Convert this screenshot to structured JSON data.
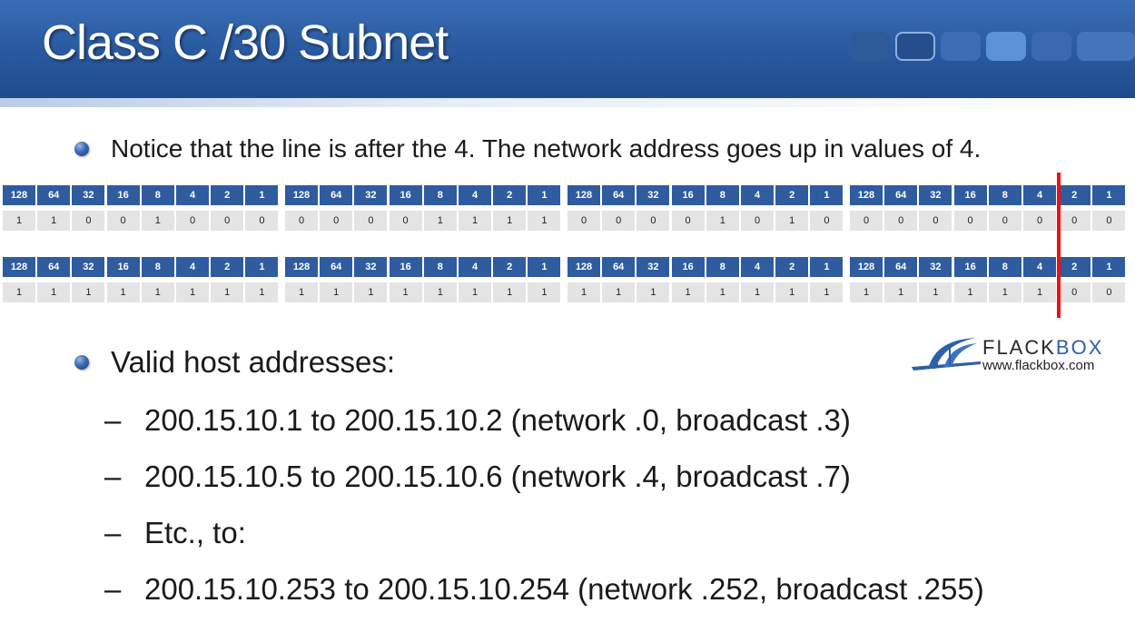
{
  "title": "Class C /30 Subnet",
  "bullet1": "Notice that the line is after the 4. The network address goes up in values of 4.",
  "bit_headers": [
    "128",
    "64",
    "32",
    "16",
    "8",
    "4",
    "2",
    "1"
  ],
  "address_row": [
    [
      "1",
      "1",
      "0",
      "0",
      "1",
      "0",
      "0",
      "0"
    ],
    [
      "0",
      "0",
      "0",
      "0",
      "1",
      "1",
      "1",
      "1"
    ],
    [
      "0",
      "0",
      "0",
      "0",
      "1",
      "0",
      "1",
      "0"
    ],
    [
      "0",
      "0",
      "0",
      "0",
      "0",
      "0",
      "0",
      "0"
    ]
  ],
  "mask_row": [
    [
      "1",
      "1",
      "1",
      "1",
      "1",
      "1",
      "1",
      "1"
    ],
    [
      "1",
      "1",
      "1",
      "1",
      "1",
      "1",
      "1",
      "1"
    ],
    [
      "1",
      "1",
      "1",
      "1",
      "1",
      "1",
      "1",
      "1"
    ],
    [
      "1",
      "1",
      "1",
      "1",
      "1",
      "1",
      "0",
      "0"
    ]
  ],
  "bullet2": "Valid host addresses:",
  "sub_items": [
    "200.15.10.1 to 200.15.10.2 (network .0, broadcast .3)",
    "200.15.10.5 to 200.15.10.6 (network .4, broadcast .7)",
    "Etc., to:",
    "200.15.10.253 to 200.15.10.254 (network .252, broadcast .255)"
  ],
  "sub_dash": "–",
  "logo": {
    "name_plain": "FLACK",
    "name_accent": "BOX",
    "url": "www.flackbox.com"
  },
  "colors": {
    "header": "#27579c",
    "cell_header": "#2e5c9e",
    "cell_value": "#e4e4e4",
    "divider": "#ee1111"
  }
}
